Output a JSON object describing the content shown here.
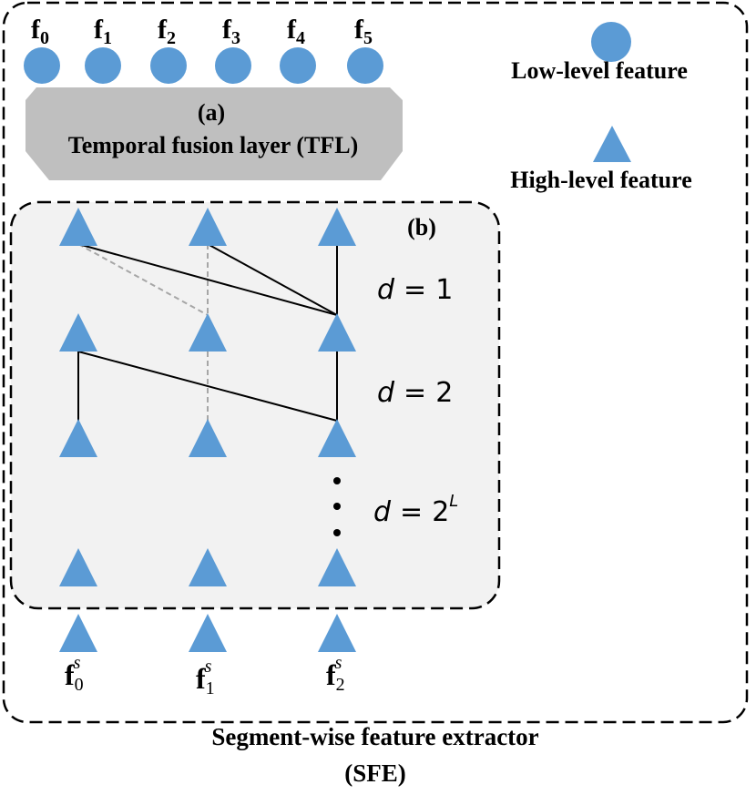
{
  "colors": {
    "node": "#5B9BD5",
    "tfl_fill": "#BFBFBF",
    "panel_fill": "#F2F2F2",
    "border": "#000000",
    "dashed_edge": "#A6A6A6"
  },
  "top_features": [
    {
      "base": "f",
      "sub": "0"
    },
    {
      "base": "f",
      "sub": "1"
    },
    {
      "base": "f",
      "sub": "2"
    },
    {
      "base": "f",
      "sub": "3"
    },
    {
      "base": "f",
      "sub": "4"
    },
    {
      "base": "f",
      "sub": "5"
    }
  ],
  "legend": {
    "low_level": "Low-level feature",
    "high_level": "High-level feature",
    "low_icon": "circle-icon",
    "high_icon": "triangle-icon"
  },
  "tfl": {
    "tag": "(a)",
    "title": "Temporal fusion layer (TFL)"
  },
  "panel_b": {
    "tag": "(b)",
    "dilations": [
      {
        "lhs": "d",
        "eq": "=",
        "rhs": "1",
        "sup": ""
      },
      {
        "lhs": "d",
        "eq": "=",
        "rhs": "2",
        "sup": ""
      },
      {
        "lhs": "d",
        "eq": "=",
        "rhs": "2",
        "sup": "L"
      }
    ]
  },
  "outputs": [
    {
      "base": "f",
      "sub": "0",
      "sup": "s"
    },
    {
      "base": "f",
      "sub": "1",
      "sup": "s"
    },
    {
      "base": "f",
      "sub": "2",
      "sup": "s"
    }
  ],
  "caption": {
    "line1": "Segment-wise feature extractor",
    "line2": "(SFE)"
  }
}
